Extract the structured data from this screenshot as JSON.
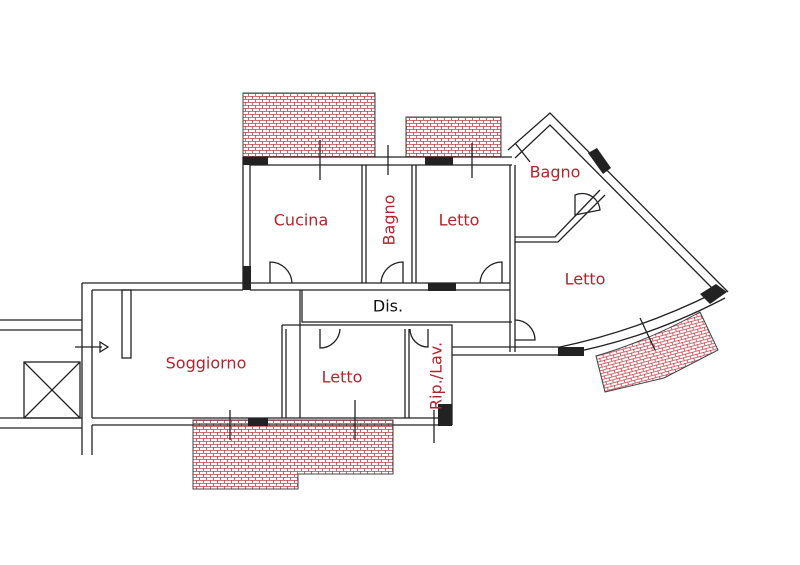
{
  "colors": {
    "label": "#b3242e",
    "label_dark": "#111111",
    "tile": "#c0404a",
    "wall": "#222222"
  },
  "rooms": {
    "cucina": "Cucina",
    "bagno_small": "Bagno",
    "letto_top": "Letto",
    "bagno_right": "Bagno",
    "letto_right": "Letto",
    "dis": "Dis.",
    "soggiorno": "Soggiorno",
    "letto_bottom": "Letto",
    "rip_lav": "Rip./Lav."
  }
}
